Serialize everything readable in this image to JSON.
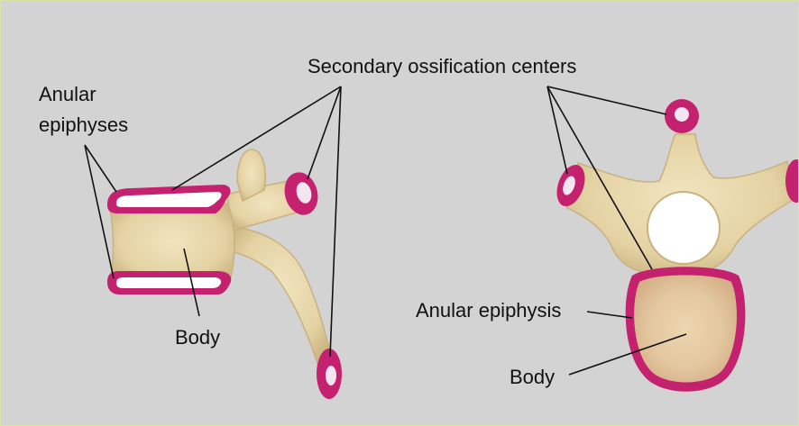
{
  "labels": {
    "secondary_centers": "Secondary ossification centers",
    "anular_epiphyses_line1": "Anular",
    "anular_epiphyses_line2": "epiphyses",
    "body_left": "Body",
    "anular_epiphysis": "Anular epiphysis",
    "body_right": "Body"
  },
  "colors": {
    "background": "#d3d3d3",
    "bone": "#e6d5a8",
    "bone_shadow": "#c9b27e",
    "epiphysis": "#c4226e",
    "leader": "#111111"
  }
}
